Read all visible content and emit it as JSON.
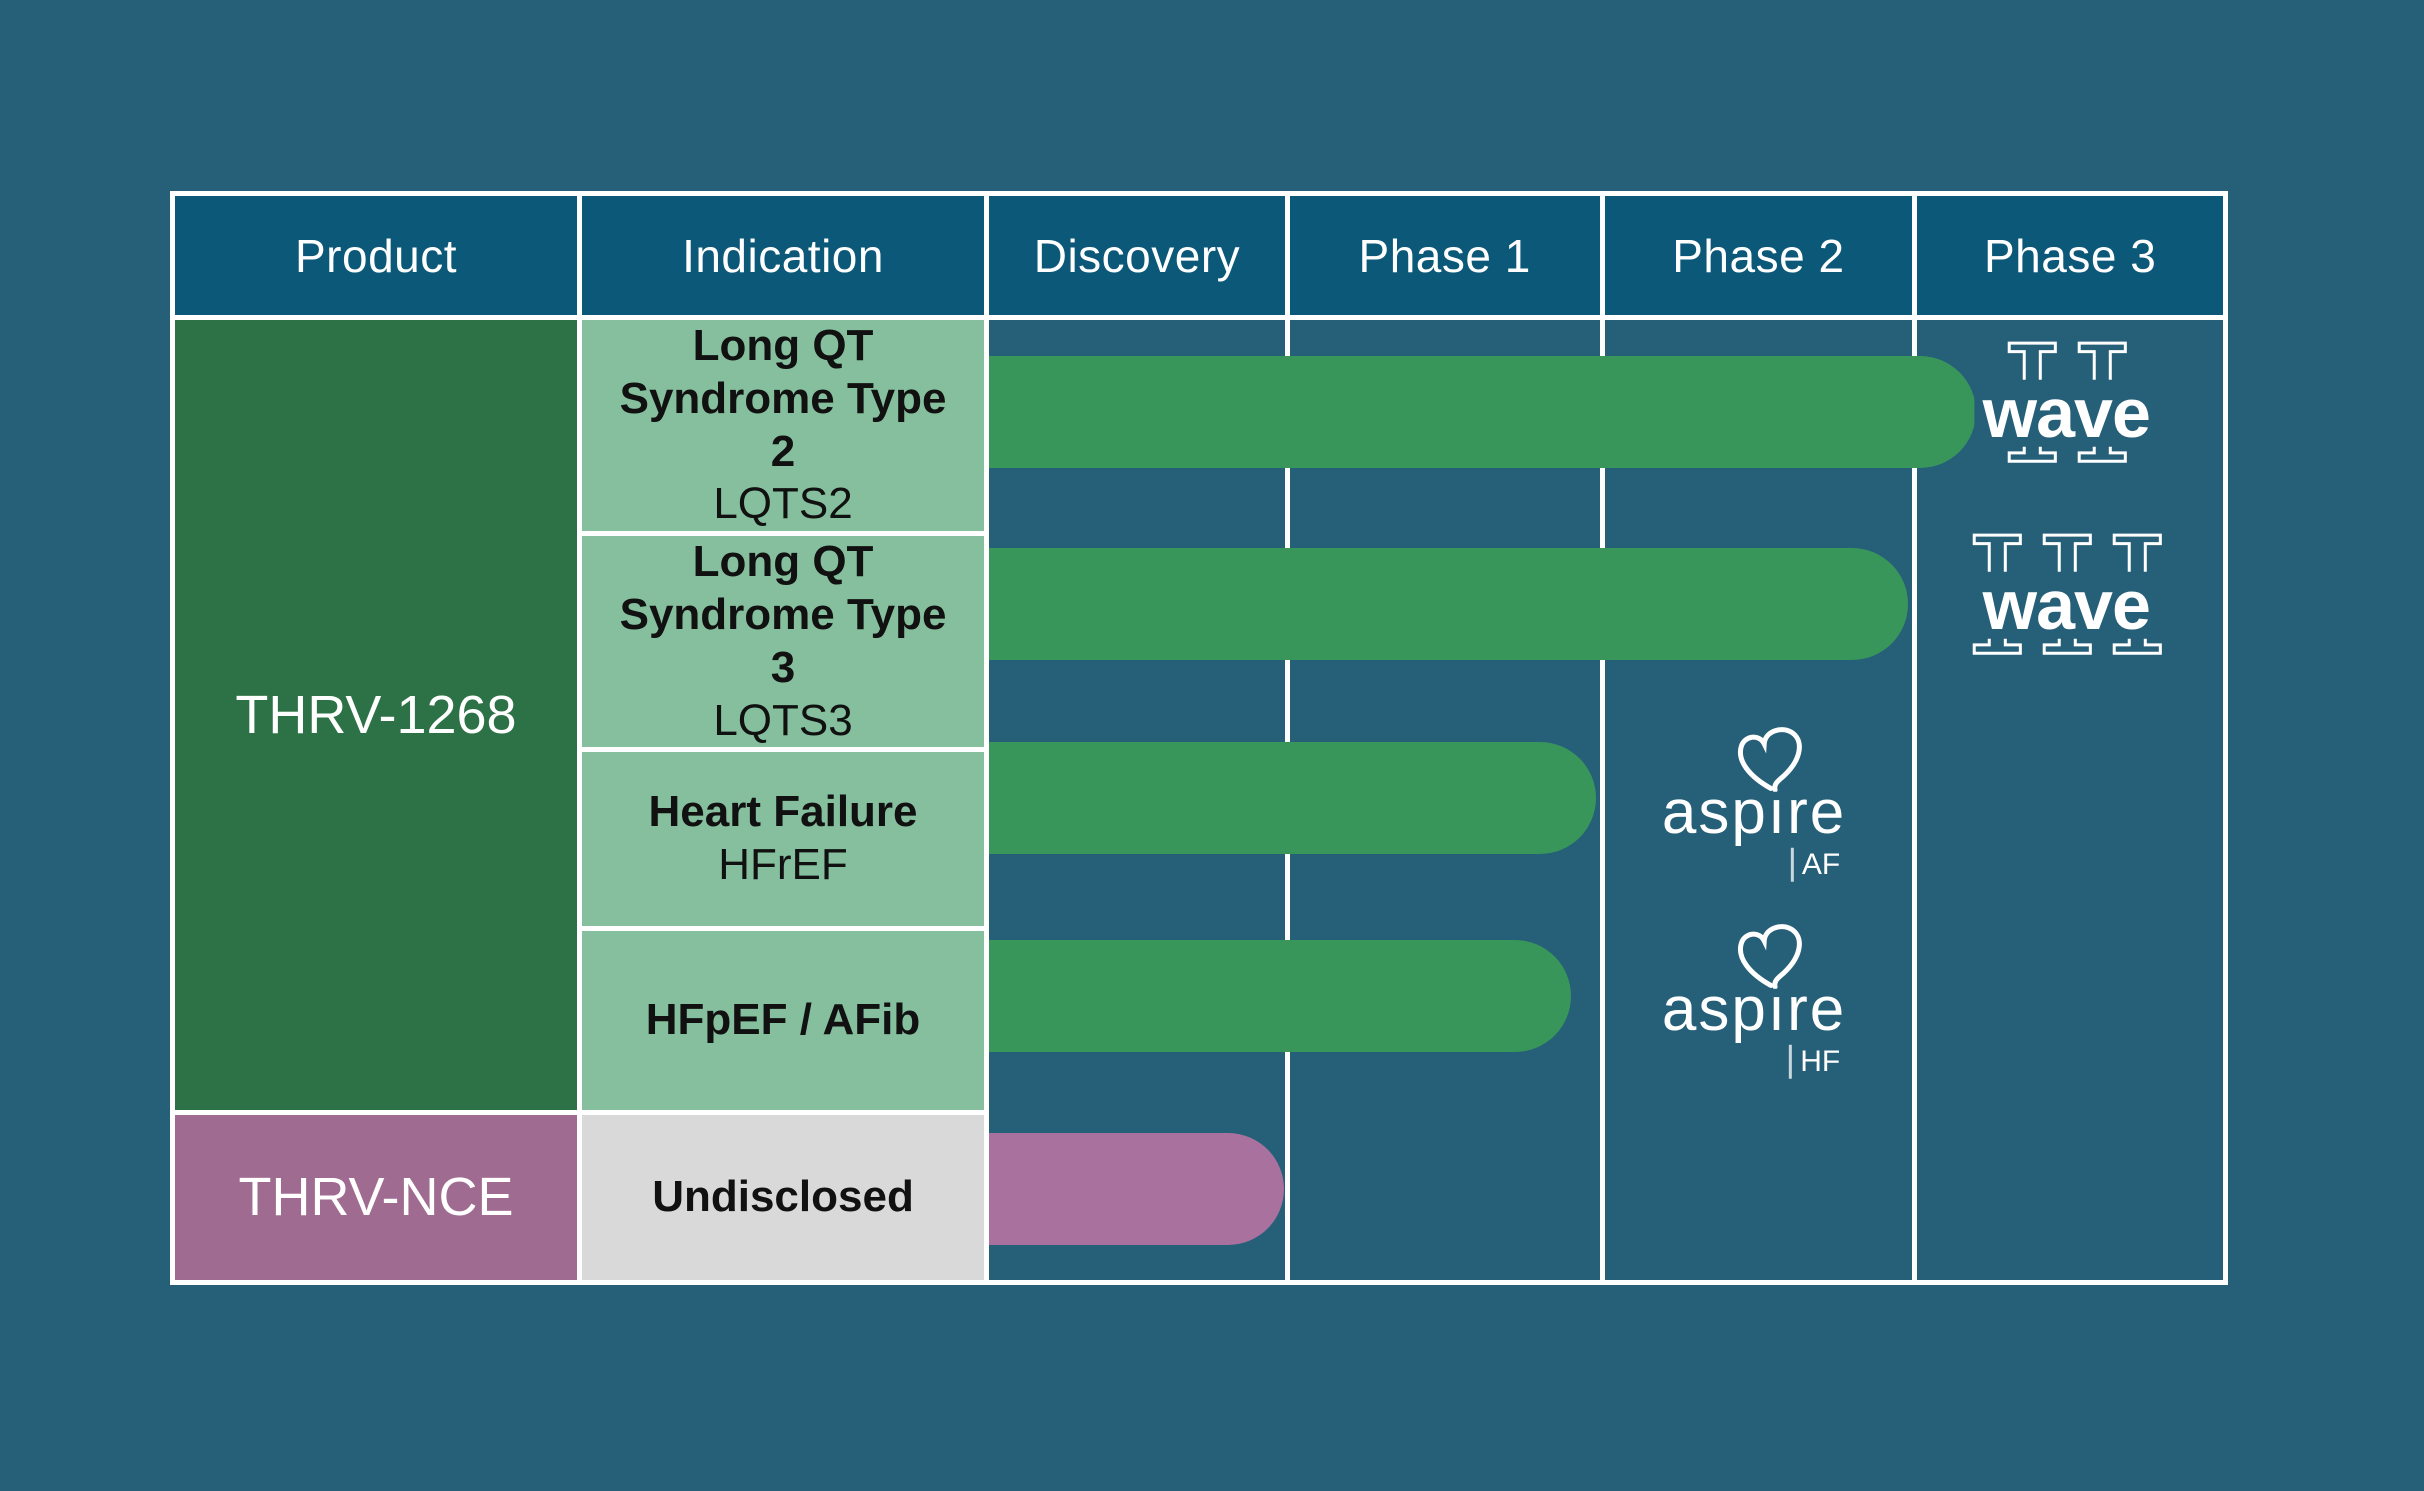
{
  "table": {
    "headers": [
      "Product",
      "Indication",
      "Discovery",
      "Phase 1",
      "Phase 2",
      "Phase 3"
    ],
    "products": [
      "THRV-1268",
      "THRV-NCE"
    ]
  },
  "chart_data": {
    "type": "table",
    "phases": [
      "Discovery",
      "Phase 1",
      "Phase 2",
      "Phase 3"
    ],
    "rows": [
      {
        "product": "THRV-1268",
        "indication": "Long QT Syndrome Type 2",
        "abbrev": "LQTS2",
        "bar_fraction": 0.8,
        "bar_color": "#38965b",
        "trial_logo": "wave II"
      },
      {
        "product": "THRV-1268",
        "indication": "Long QT Syndrome Type 3",
        "abbrev": "LQTS3",
        "bar_fraction": 0.745,
        "bar_color": "#38965b",
        "trial_logo": "wave III"
      },
      {
        "product": "THRV-1268",
        "indication": "Heart Failure",
        "abbrev": "HFrEF",
        "bar_fraction": 0.492,
        "bar_color": "#38965b",
        "trial_logo": "aspire AF"
      },
      {
        "product": "THRV-1268",
        "indication": "HFpEF / AFib",
        "abbrev": "",
        "bar_fraction": 0.472,
        "bar_color": "#38965b",
        "trial_logo": "aspire HF"
      },
      {
        "product": "THRV-NCE",
        "indication": "Undisclosed",
        "abbrev": "",
        "bar_fraction": 0.239,
        "bar_color": "#a9719d",
        "trial_logo": ""
      }
    ]
  },
  "logos": {
    "wave_word": "wave",
    "wave2_numerals": "II",
    "wave3_numerals": "III",
    "aspire_word": "aspire",
    "af_label": "AF",
    "hf_label": "HF"
  },
  "colors": {
    "page_bg": "#265f78",
    "header_bg": "#0b5878",
    "grid_line": "#ffffff",
    "product_green": "#2d7247",
    "indication_green": "#85bf9d",
    "bar_green": "#38965b",
    "product_purple": "#a06b90",
    "bar_purple": "#a9719d",
    "undisclosed_gray": "#d9d9d9",
    "text_dark": "#111111",
    "text_light": "#ffffff"
  }
}
